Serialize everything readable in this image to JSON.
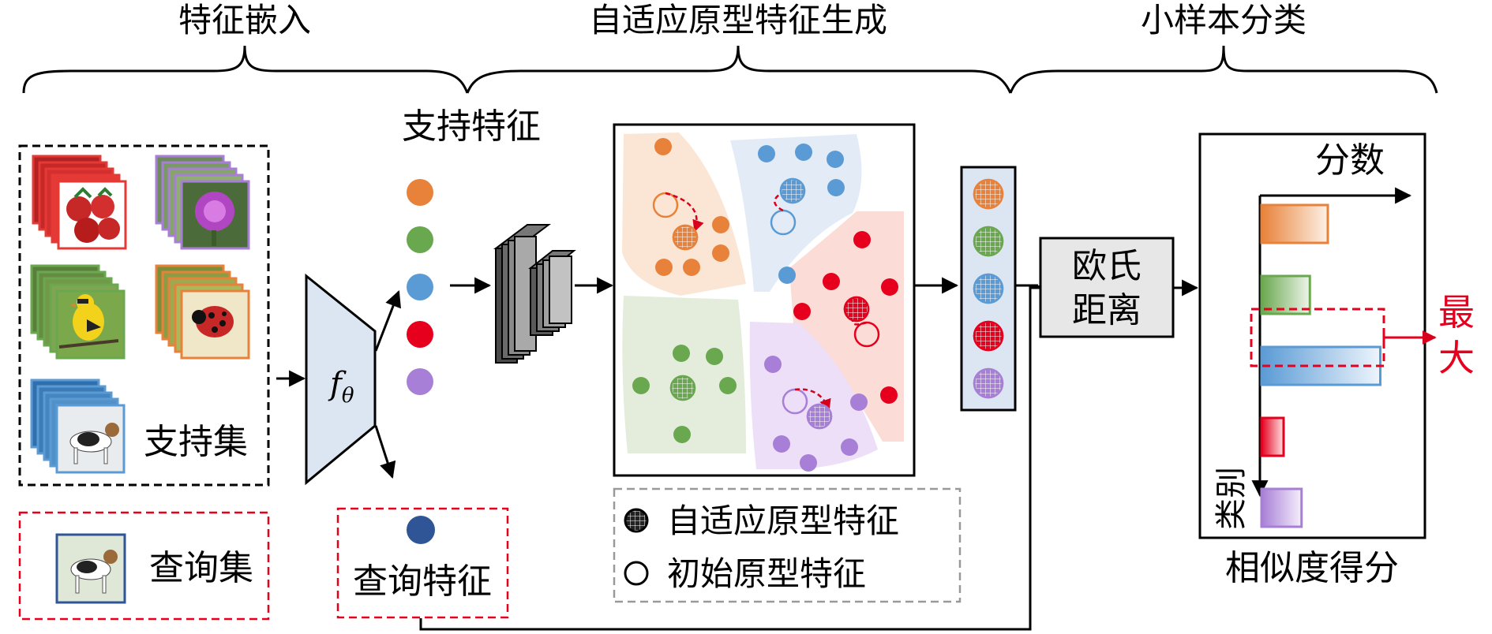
{
  "stages": {
    "embedding": "特征嵌入",
    "prototype": "自适应原型特征生成",
    "classification": "小样本分类"
  },
  "support_features_label": "支持特征",
  "support_set_label": "支持集",
  "query_set_label": "查询集",
  "query_feature_label": "查询特征",
  "encoder": {
    "symbol": "f",
    "subscript": "θ"
  },
  "distance_label": [
    "欧氏",
    "距离"
  ],
  "score_axis_label": "分数",
  "category_axis_label": "类别",
  "similarity_label": "相似度得分",
  "max_label": "最大",
  "legend": {
    "adaptive": "自适应原型特征",
    "initial": "初始原型特征"
  },
  "classes": [
    {
      "name": "orange",
      "color": "#e8823a",
      "light": "#fbe6d6",
      "score": 0.48
    },
    {
      "name": "green",
      "color": "#6aa84f",
      "light": "#e4ecdc",
      "score": 0.35
    },
    {
      "name": "blue",
      "color": "#5b9bd5",
      "light": "#e3ecf6",
      "score": 0.86
    },
    {
      "name": "red",
      "color": "#e6001e",
      "light": "#fbdcd6",
      "score": 0.16
    },
    {
      "name": "purple",
      "color": "#a77fd6",
      "light": "#eddff8",
      "score": 0.29
    }
  ],
  "query_color": "#2f5597",
  "arrow_color": "#d9001b"
}
